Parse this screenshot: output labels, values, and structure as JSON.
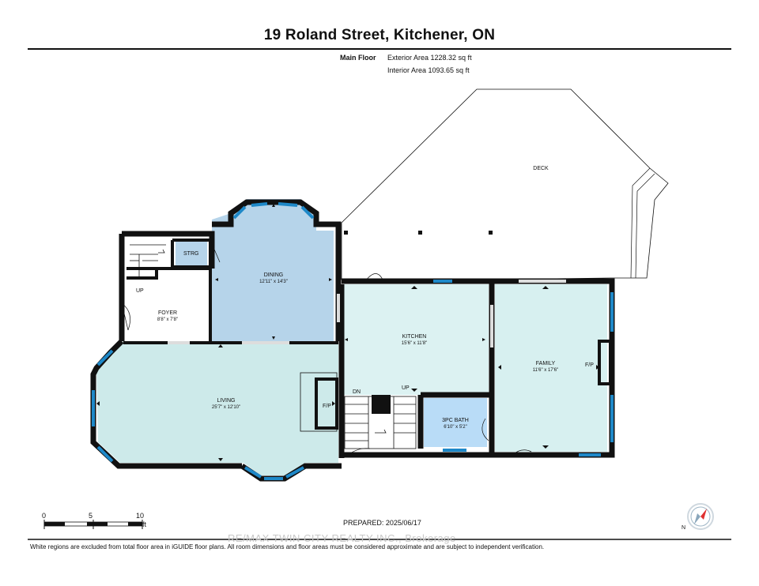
{
  "header": {
    "title": "19 Roland Street, Kitchener, ON",
    "floor_name": "Main Floor",
    "exterior_area": "Exterior Area 1228.32 sq ft",
    "interior_area": "Interior Area 1093.65 sq ft"
  },
  "rooms": {
    "deck": {
      "name": "DECK"
    },
    "dining": {
      "name": "DINING",
      "dims": "12'11\" x 14'3\""
    },
    "strg": {
      "name": "STRG"
    },
    "foyer": {
      "name": "FOYER",
      "dims": "8'8\" x 7'8\""
    },
    "up_foyer": "UP",
    "kitchen": {
      "name": "KITCHEN",
      "dims": "15'6\" x 11'8\""
    },
    "family": {
      "name": "FAMILY",
      "dims": "11'6\" x 17'6\""
    },
    "family_fp": "F/P",
    "living": {
      "name": "LIVING",
      "dims": "25'7\" x 12'10\""
    },
    "living_fp": "F/P",
    "bath": {
      "name": "3PC BATH",
      "dims": "6'10\" x 5'2\""
    },
    "stair_dn": "DN",
    "stair_up": "UP"
  },
  "scale": {
    "tick0": "0",
    "tick5": "5",
    "tick10": "10",
    "unit": "ft"
  },
  "compass": {
    "letter": "N"
  },
  "colors": {
    "living": "#cdeaea",
    "dining": "#b6d4ea",
    "kitchen": "#dcf2f2",
    "family": "#d7f0f0",
    "bath": "#b9dcf7",
    "window": "#1e88c8",
    "wall": "#111111"
  },
  "footer": {
    "prepared": "PREPARED: 2025/06/17",
    "watermark": "RE/MAX TWIN CITY REALTY INC., Brokerage",
    "disclaimer": "White regions are excluded from total floor area in iGUIDE floor plans. All room dimensions and floor areas must be considered approximate and are subject to independent verification."
  }
}
